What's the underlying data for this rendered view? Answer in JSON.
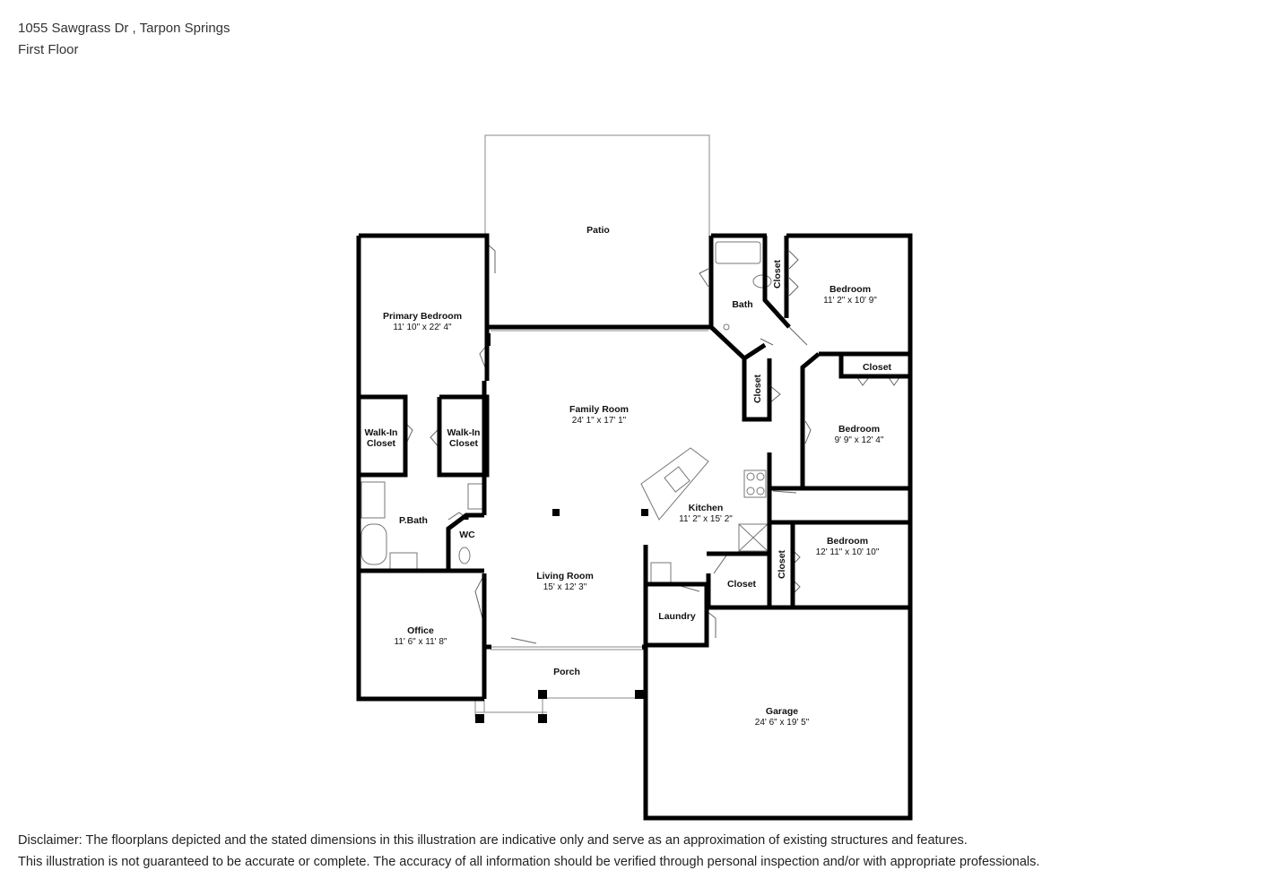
{
  "header": {
    "address": "1055 Sawgrass Dr , Tarpon Springs",
    "floor": "First Floor"
  },
  "rooms": {
    "patio": {
      "name": "Patio"
    },
    "primary_bedroom": {
      "name": "Primary Bedroom",
      "dims": "11' 10\" x 22' 4\""
    },
    "walkin_left": {
      "line1": "Walk-In",
      "line2": "Closet"
    },
    "walkin_right": {
      "line1": "Walk-In",
      "line2": "Closet"
    },
    "pbath": {
      "name": "P.Bath"
    },
    "wc": {
      "name": "WC"
    },
    "office": {
      "name": "Office",
      "dims": "11' 6\" x 11' 8\""
    },
    "family_room": {
      "name": "Family Room",
      "dims": "24' 1\" x 17' 1\""
    },
    "living_room": {
      "name": "Living Room",
      "dims": "15' x 12' 3\""
    },
    "kitchen": {
      "name": "Kitchen",
      "dims": "11' 2\" x 15' 2\""
    },
    "porch": {
      "name": "Porch"
    },
    "laundry": {
      "name": "Laundry"
    },
    "closet_hall": {
      "name": "Closet"
    },
    "garage": {
      "name": "Garage",
      "dims": "24' 6\" x 19' 5\""
    },
    "bath": {
      "name": "Bath"
    },
    "closet_bed1": {
      "name": "Closet"
    },
    "bedroom1": {
      "name": "Bedroom",
      "dims": "11' 2\" x 10' 9\""
    },
    "closet_mid": {
      "name": "Closet"
    },
    "closet_bed2": {
      "name": "Closet"
    },
    "bedroom2": {
      "name": "Bedroom",
      "dims": "9' 9\" x 12' 4\""
    },
    "closet_bed3": {
      "name": "Closet"
    },
    "bedroom3": {
      "name": "Bedroom",
      "dims": "12' 11\" x 10' 10\""
    }
  },
  "disclaimer": {
    "line1": "Disclaimer: The floorplans depicted and the stated dimensions in this illustration are indicative only and serve as an approximation of existing structures and features.",
    "line2": "This illustration is not guaranteed to be accurate or complete. The accuracy of all information should be verified through personal inspection and/or with appropriate professionals."
  },
  "colors": {
    "wall": "#000000",
    "thin": "#888888",
    "background": "#ffffff"
  }
}
